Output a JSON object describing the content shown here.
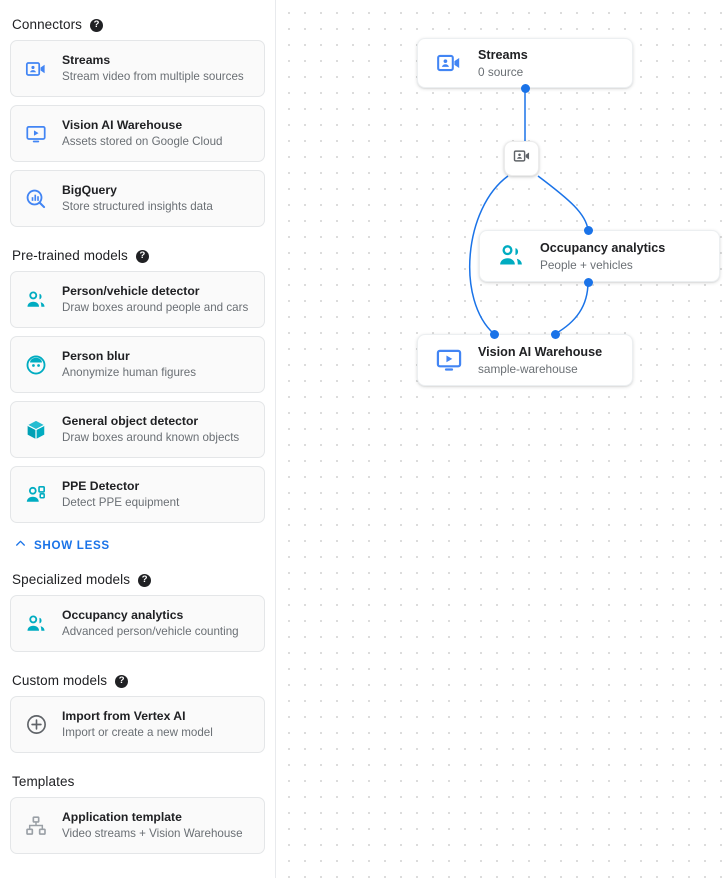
{
  "sidebar": {
    "sections": [
      {
        "id": "connectors",
        "title": "Connectors",
        "has_help": true,
        "items": [
          {
            "icon": "video-camera-account-icon",
            "color": "#4285f4",
            "title": "Streams",
            "subtitle": "Stream video from multiple sources"
          },
          {
            "icon": "monitor-play-icon",
            "color": "#4285f4",
            "title": "Vision AI Warehouse",
            "subtitle": "Assets stored on Google Cloud"
          },
          {
            "icon": "bigquery-magnifier-icon",
            "color": "#4285f4",
            "title": "BigQuery",
            "subtitle": "Store structured insights data"
          }
        ]
      },
      {
        "id": "pre-trained-models",
        "title": "Pre-trained models",
        "has_help": true,
        "items": [
          {
            "icon": "people-detector-icon",
            "color": "#00acc1",
            "title": "Person/vehicle detector",
            "subtitle": "Draw boxes around people and cars"
          },
          {
            "icon": "person-blur-face-icon",
            "color": "#00acc1",
            "title": "Person blur",
            "subtitle": "Anonymize human figures"
          },
          {
            "icon": "cube-object-icon",
            "color": "#00acc1",
            "title": "General object detector",
            "subtitle": "Draw boxes around known objects"
          },
          {
            "icon": "ppe-person-badge-icon",
            "color": "#00acc1",
            "title": "PPE Detector",
            "subtitle": "Detect PPE equipment"
          }
        ],
        "toggle_label": "SHOW LESS",
        "toggle_icon": "chevron-up-icon",
        "toggle_color": "#1a73e8"
      },
      {
        "id": "specialized-models",
        "title": "Specialized models",
        "has_help": true,
        "items": [
          {
            "icon": "people-detector-icon",
            "color": "#00acc1",
            "title": "Occupancy analytics",
            "subtitle": "Advanced person/vehicle counting"
          }
        ]
      },
      {
        "id": "custom-models",
        "title": "Custom models",
        "has_help": true,
        "items": [
          {
            "icon": "plus-circle-icon",
            "color": "#5f6368",
            "title": "Import from Vertex AI",
            "subtitle": "Import or create a new model"
          }
        ]
      },
      {
        "id": "templates",
        "title": "Templates",
        "has_help": false,
        "items": [
          {
            "icon": "hierarchy-template-icon",
            "color": "#9aa0a6",
            "title": "Application template",
            "subtitle": "Video streams + Vision Warehouse"
          }
        ]
      }
    ]
  },
  "canvas": {
    "edge_color": "#1a73e8",
    "port_color": "#1a73e8",
    "nodes": {
      "streams": {
        "icon": "video-camera-account-icon",
        "color": "#4285f4",
        "title": "Streams",
        "subtitle": "0 source"
      },
      "badge": {
        "icon": "video-camera-account-icon",
        "color": "#5f6368"
      },
      "occupancy": {
        "icon": "people-detector-icon",
        "color": "#00acc1",
        "title": "Occupancy analytics",
        "subtitle": "People + vehicles"
      },
      "warehouse": {
        "icon": "monitor-play-icon",
        "color": "#4285f4",
        "title": "Vision AI Warehouse",
        "subtitle": "sample-warehouse"
      }
    }
  }
}
